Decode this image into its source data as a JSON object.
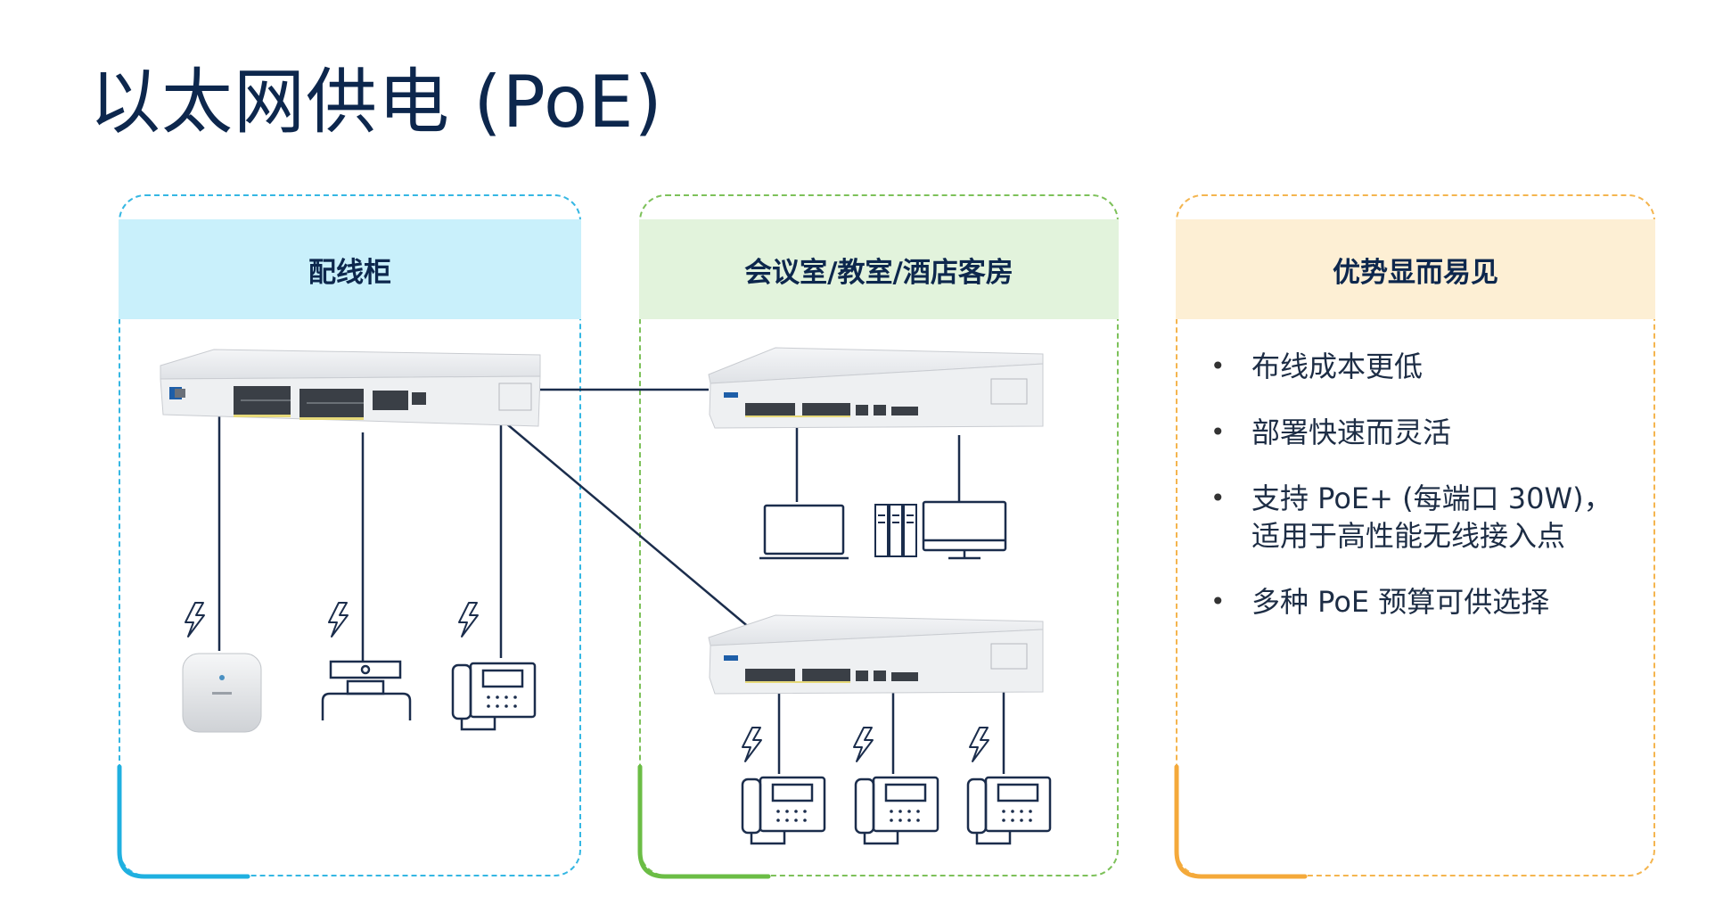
{
  "title": "以太网供电 (PoE)",
  "panels": [
    {
      "heading": "配线柜",
      "accent": "#35b7e3",
      "fill": "#c9f0fb"
    },
    {
      "heading": "会议室/教室/酒店客房",
      "accent": "#7dc15a",
      "fill": "#e2f3dc"
    },
    {
      "heading": "优势显而易见",
      "accent": "#f4b54f",
      "fill": "#fdefd4"
    }
  ],
  "advantages": [
    {
      "lines": [
        "布线成本更低"
      ]
    },
    {
      "lines": [
        "部署快速而灵活"
      ]
    },
    {
      "lines": [
        "支持 PoE+ (每端口 30W)，",
        "适用于高性能无线接入点"
      ]
    },
    {
      "lines": [
        "多种 PoE 预算可供选择"
      ]
    }
  ],
  "icons": {
    "main_switch": "rack-switch-icon",
    "edge_switch": "desktop-switch-icon",
    "power": "lightning-bolt-icon",
    "access_point": "wireless-access-point-icon",
    "camera": "video-camera-icon",
    "phone": "ip-phone-icon",
    "laptop": "laptop-icon",
    "server": "server-icon",
    "monitor": "monitor-icon"
  }
}
